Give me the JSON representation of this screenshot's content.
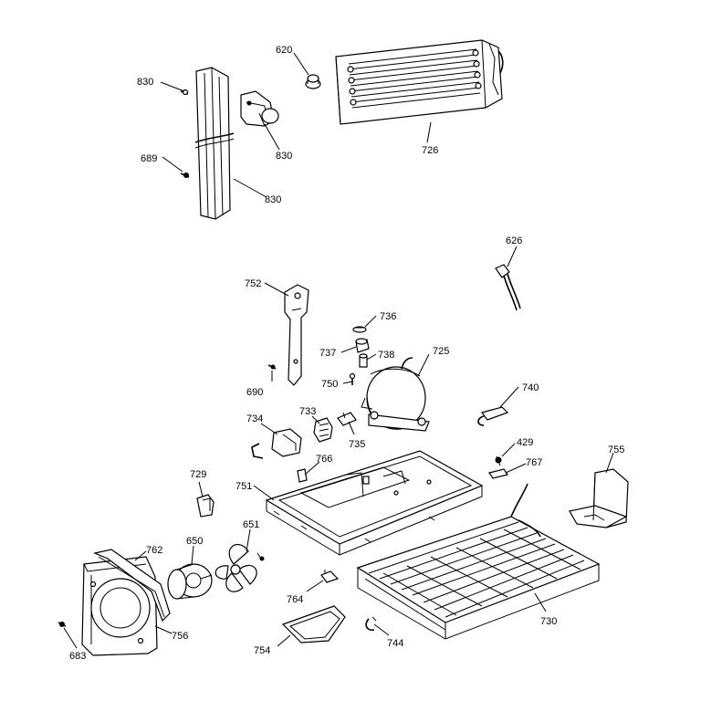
{
  "diagram": {
    "top_cut_labels": [
      "",
      "",
      ""
    ],
    "callouts": {
      "c830a": "830",
      "c830b": "830",
      "c830c": "830",
      "c689": "689",
      "c620": "620",
      "c726": "726",
      "c626": "626",
      "c752": "752",
      "c736": "736",
      "c737": "737",
      "c738": "738",
      "c725": "725",
      "c690": "690",
      "c750": "750",
      "c740": "740",
      "c733": "733",
      "c734": "734",
      "c735": "735",
      "c429": "429",
      "c755": "755",
      "c766": "766",
      "c767": "767",
      "c729": "729",
      "c751": "751",
      "c651": "651",
      "c762": "762",
      "c650": "650",
      "c764": "764",
      "c730": "730",
      "c756": "756",
      "c683": "683",
      "c754": "754",
      "c744": "744"
    }
  }
}
